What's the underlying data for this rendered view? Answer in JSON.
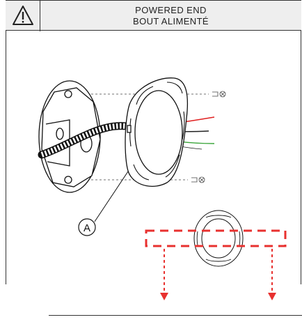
{
  "header": {
    "title_en": "POWERED END",
    "title_fr": "BOUT ALIMENTÉ",
    "warning_icon": "warning-triangle-icon"
  },
  "callouts": {
    "part_a": "A"
  },
  "colors": {
    "wire_red": "#e02020",
    "wire_black": "#222222",
    "wire_green": "#3aa53a",
    "guide_red": "#e8312f",
    "header_bg": "#eeeeee"
  }
}
